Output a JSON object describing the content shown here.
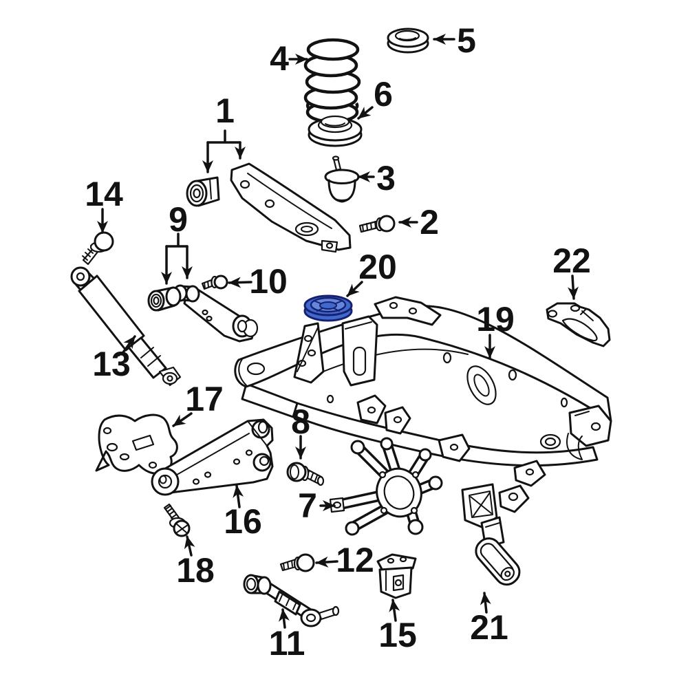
{
  "diagram": {
    "background_color": "#ffffff",
    "line_color": "#121212",
    "highlight_fill": "#4169cd",
    "highlight_outline": "#16206f",
    "callouts": [
      {
        "number": "1",
        "part": "rear-upper-control-arm"
      },
      {
        "number": "2",
        "part": "bolt"
      },
      {
        "number": "3",
        "part": "jounce-bumper"
      },
      {
        "number": "4",
        "part": "coil-spring"
      },
      {
        "number": "5",
        "part": "spring-upper-insulator"
      },
      {
        "number": "6",
        "part": "spring-lower-insulator"
      },
      {
        "number": "7",
        "part": "rear-knuckle"
      },
      {
        "number": "8",
        "part": "bolt"
      },
      {
        "number": "9",
        "part": "control-arm-bushings"
      },
      {
        "number": "10",
        "part": "bolt"
      },
      {
        "number": "11",
        "part": "adjustable-lateral-link"
      },
      {
        "number": "12",
        "part": "bolt"
      },
      {
        "number": "13",
        "part": "shock-absorber"
      },
      {
        "number": "14",
        "part": "bolt"
      },
      {
        "number": "15",
        "part": "mount-bracket"
      },
      {
        "number": "16",
        "part": "trailing-arm"
      },
      {
        "number": "17",
        "part": "brace-plate"
      },
      {
        "number": "18",
        "part": "bolt"
      },
      {
        "number": "19",
        "part": "rear-suspension-crossmember"
      },
      {
        "number": "20",
        "part": "body-mount-cushion",
        "highlighted": true
      },
      {
        "number": "21",
        "part": "cover-bracket"
      },
      {
        "number": "22",
        "part": "stay-bracket"
      }
    ]
  }
}
